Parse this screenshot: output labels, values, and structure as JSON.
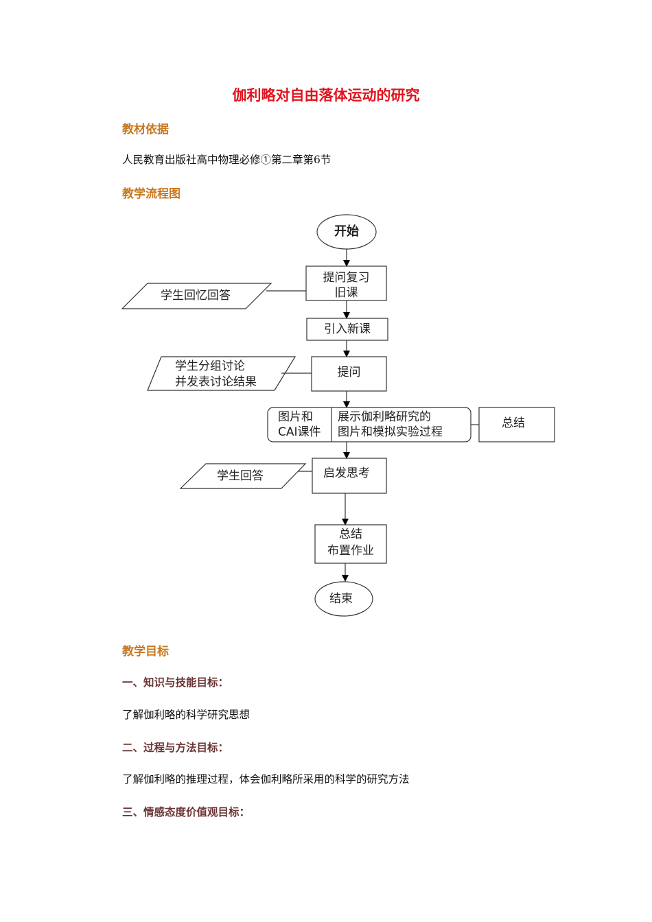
{
  "title": "伽利略对自由落体运动的研究",
  "sections": {
    "basis_heading": "教材依据",
    "basis_text": "人民教育出版社高中物理必修①第二章第6节",
    "flow_heading": "教学流程图",
    "goals_heading": "教学目标",
    "goal1_heading": "一、知识与技能目标：",
    "goal1_text": "了解伽利略的科学研究思想",
    "goal2_heading": "二、过程与方法目标：",
    "goal2_text": "了解伽利略的推理过程，体会伽利略所采用的科学的研究方法",
    "goal3_heading": "三、情感态度价值观目标："
  },
  "flowchart": {
    "start": "开始",
    "step1": [
      "提问复习",
      "旧课"
    ],
    "input1": "学生回忆回答",
    "step2": "引入新课",
    "step3": "提问",
    "input2": [
      "学生分组讨论",
      "并发表讨论结果"
    ],
    "media": [
      "图片和",
      "CAI课件"
    ],
    "step4": [
      "展示伽利略研究的",
      "图片和模拟实验过程"
    ],
    "side_summary": "总结",
    "step5": "启发思考",
    "input3": "学生回答",
    "step6": [
      "总结",
      "布置作业"
    ],
    "end": "结束"
  }
}
